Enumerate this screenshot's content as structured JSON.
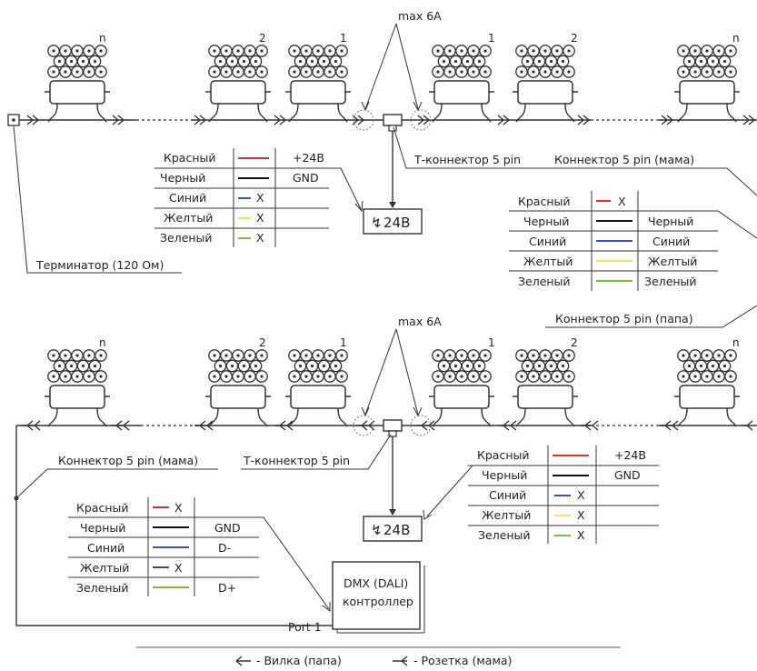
{
  "colors": {
    "red": "#e0322c",
    "black": "#111111",
    "blue": "#3b4fc4",
    "yellow": "#f0e64a",
    "green": "#7dbf3a",
    "line": "#333333",
    "dashed_circle": "#777777"
  },
  "top": {
    "max_label": "max 6A",
    "left_numbers": [
      "n",
      "2",
      "1"
    ],
    "right_numbers": [
      "1",
      "2",
      "n"
    ],
    "t_connector": "Т-коннектор 5 pin",
    "connector_female": "Коннектор 5 pin (мама)",
    "terminator": "Терминатор (120 Ом)",
    "psu_label": "24В",
    "psu_table": [
      {
        "name": "Красный",
        "color": "red",
        "value": "+24В"
      },
      {
        "name": "Черный",
        "color": "black",
        "value": "GND"
      },
      {
        "name": "Синий",
        "color": "blue",
        "value": "X"
      },
      {
        "name": "Желтый",
        "color": "yellow",
        "value": "X"
      },
      {
        "name": "Зеленый",
        "color": "green",
        "value": "X"
      }
    ],
    "conn_table": [
      {
        "name": "Красный",
        "color": "red",
        "value": "X"
      },
      {
        "name": "Черный",
        "color": "black",
        "value": "Черный"
      },
      {
        "name": "Синий",
        "color": "blue",
        "value": "Синий"
      },
      {
        "name": "Желтый",
        "color": "yellow",
        "value": "Желтый"
      },
      {
        "name": "Зеленый",
        "color": "green",
        "value": "Зеленый"
      }
    ],
    "connector_male": "Коннектор 5 pin (папа)"
  },
  "bottom": {
    "max_label": "max 6A",
    "left_numbers": [
      "n",
      "2",
      "1"
    ],
    "right_numbers": [
      "1",
      "2",
      "n"
    ],
    "connector_female": "Коннектор 5 pin (мама)",
    "t_connector": "Т-коннектор 5 pin",
    "psu_label": "24В",
    "psu_table": [
      {
        "name": "Красный",
        "color": "red",
        "value": "+24В"
      },
      {
        "name": "Черный",
        "color": "black",
        "value": "GND"
      },
      {
        "name": "Синий",
        "color": "blue",
        "value": "X"
      },
      {
        "name": "Желтый",
        "color": "yellow",
        "value": "X"
      },
      {
        "name": "Зеленый",
        "color": "green",
        "value": "X"
      }
    ],
    "ctrl_table": [
      {
        "name": "Красный",
        "color": "red",
        "value": "X"
      },
      {
        "name": "Черный",
        "color": "black",
        "value": "GND"
      },
      {
        "name": "Синий",
        "color": "blue",
        "value": "D-"
      },
      {
        "name": "Желтый",
        "color": "black",
        "value": "X"
      },
      {
        "name": "Зеленый",
        "color": "green",
        "value": "D+"
      }
    ],
    "controller_line1": "DMX (DALI)",
    "controller_line2": "контроллер",
    "port_label": "Port 1"
  },
  "legend": {
    "plug_label": "- Вилка (папа)",
    "socket_label": "- Розетка (мама)"
  }
}
